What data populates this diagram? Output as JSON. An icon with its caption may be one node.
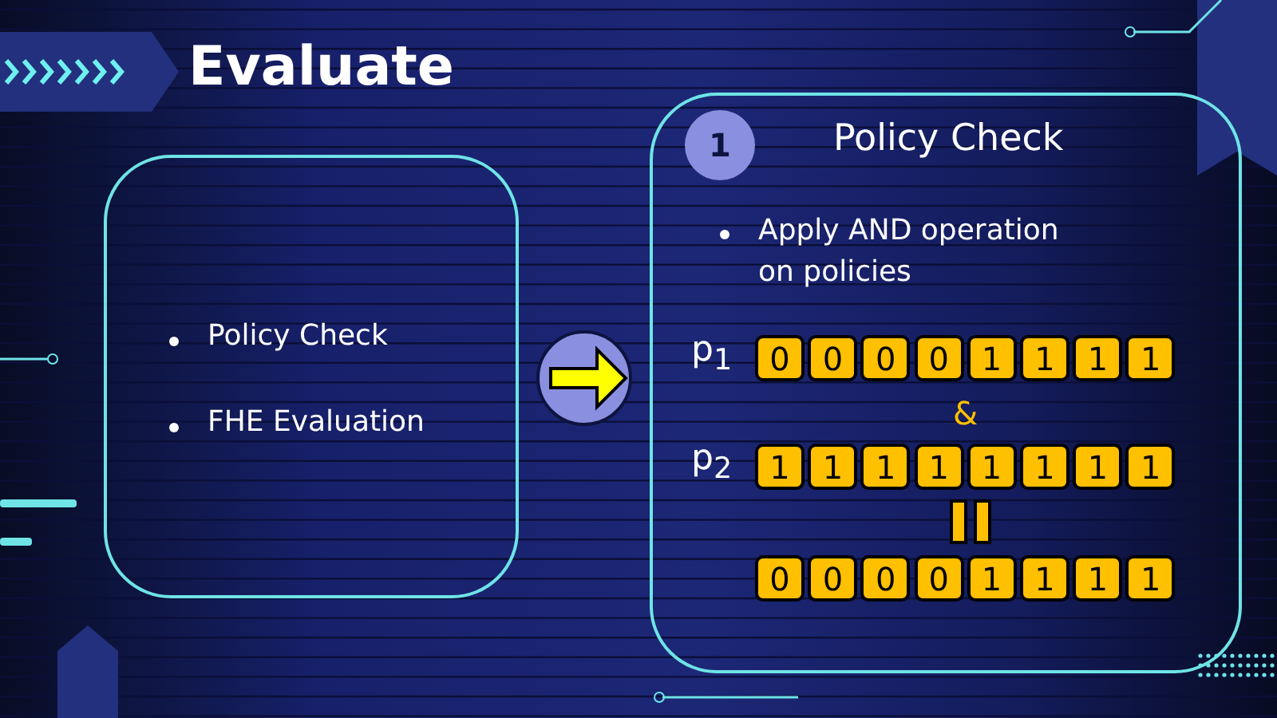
{
  "diagram": {
    "title": "Evaluate",
    "nodes": [
      {
        "text": [
          "Policy Check",
          "FHE Evaluation"
        ]
      },
      {
        "text": [
          "Policy Check",
          "Apply AND operation on policies"
        ]
      },
      {
        "text": [
          "1"
        ],
        "in": 1
      }
    ],
    "edges": [
      {
        "from": 0,
        "to": 1,
        "arrow": "to",
        "style": "thick",
        "color": "#ffff00"
      }
    ],
    "labels": [
      "p$_{1}$",
      "0",
      "0",
      "0",
      "0",
      "1",
      "1",
      "1",
      "1",
      "&",
      "p$_{2}$",
      "1",
      "1",
      "1",
      "1",
      "1",
      "1",
      "1",
      "1",
      "0",
      "0",
      "0",
      "0",
      "1",
      "1",
      "1",
      "1"
    ]
  }
}
